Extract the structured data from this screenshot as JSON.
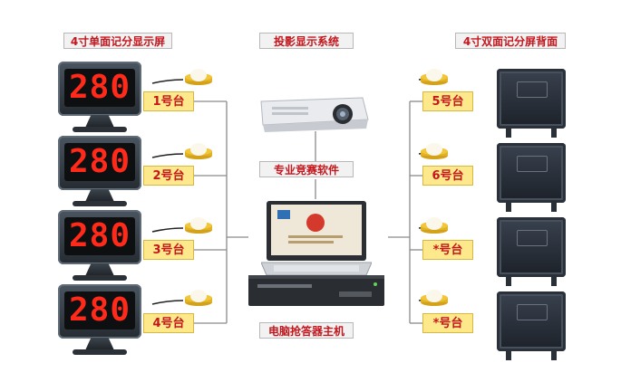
{
  "titles": {
    "left": "4寸单面记分显示屏",
    "center": "投影显示系统",
    "right": "4寸双面记分屏背面"
  },
  "software_label": "专业竞赛软件",
  "host_label": "电脑抢答器主机",
  "left_stations": [
    {
      "score": "280",
      "label": "1号台"
    },
    {
      "score": "280",
      "label": "2号台"
    },
    {
      "score": "280",
      "label": "3号台"
    },
    {
      "score": "280",
      "label": "4号台"
    }
  ],
  "right_stations": [
    {
      "label": "5号台"
    },
    {
      "label": "6号台"
    },
    {
      "label": "*号台"
    },
    {
      "label": "*号台"
    }
  ],
  "colors": {
    "label_text": "#c4161c",
    "tag_fill": "#fde98b",
    "display_digits": "#ff2a1a",
    "connector": "#8a8a8a"
  },
  "icons": [
    "display-icon",
    "buzzer-icon",
    "projector-icon",
    "laptop-icon",
    "host-icon",
    "display-back-icon"
  ]
}
